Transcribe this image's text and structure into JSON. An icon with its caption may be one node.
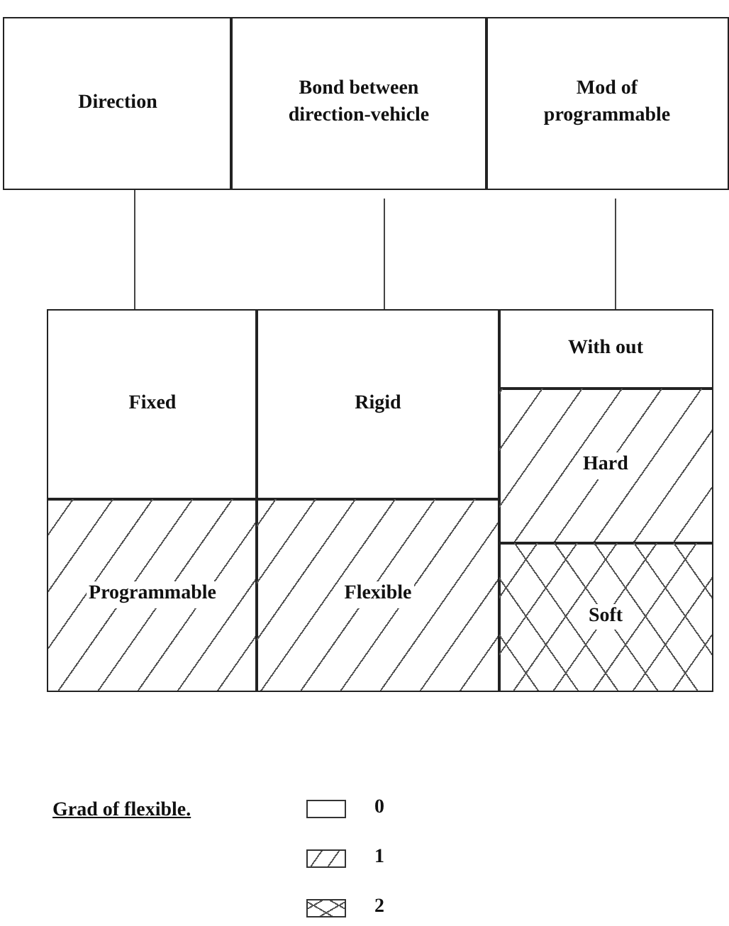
{
  "diagram": {
    "nodes": [
      {
        "text": [
          "Direction"
        ]
      },
      {
        "text": [
          "Bond between direction-vehicle"
        ]
      },
      {
        "text": [
          "Mod of programmable"
        ]
      },
      {
        "text": [
          "Fixed"
        ]
      },
      {
        "text": [
          "Rigid"
        ]
      },
      {
        "text": [
          "With out"
        ]
      },
      {
        "text": [
          "Programmable"
        ]
      },
      {
        "text": [
          "Flexible"
        ]
      },
      {
        "text": [
          "Hard"
        ]
      },
      {
        "text": [
          "Soft"
        ]
      }
    ],
    "edges": [
      {
        "from": 0,
        "to": 3,
        "arrow": "none"
      },
      {
        "from": 1,
        "to": 4,
        "arrow": "none"
      },
      {
        "from": 2,
        "to": 5,
        "arrow": "none"
      }
    ],
    "labels": [
      "Grad of flexible."
    ],
    "legend": [
      {
        "text": "0"
      },
      {
        "text": "1"
      },
      {
        "text": "2"
      }
    ]
  }
}
